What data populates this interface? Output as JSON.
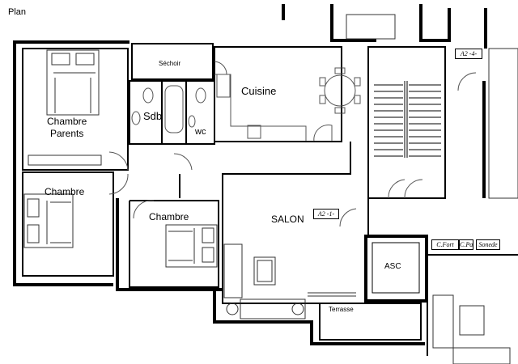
{
  "title": "Plan",
  "rooms": {
    "sechoir": "Séchoir",
    "cuisine": "Cuisine",
    "sdb": "Sdb",
    "wc": "wc",
    "chambre_parents": "Chambre\nParents",
    "chambre_1": "Chambre",
    "chambre_2": "Chambre",
    "salon": "SALON",
    "terrasse": "Terrasse",
    "asc": "ASC"
  },
  "tags": {
    "apt_1": "A2 -1-",
    "apt_4": "A2 -4-",
    "c_fort": "C.Fort",
    "c_pal": "C.Pal",
    "sonede": "Sonede"
  }
}
